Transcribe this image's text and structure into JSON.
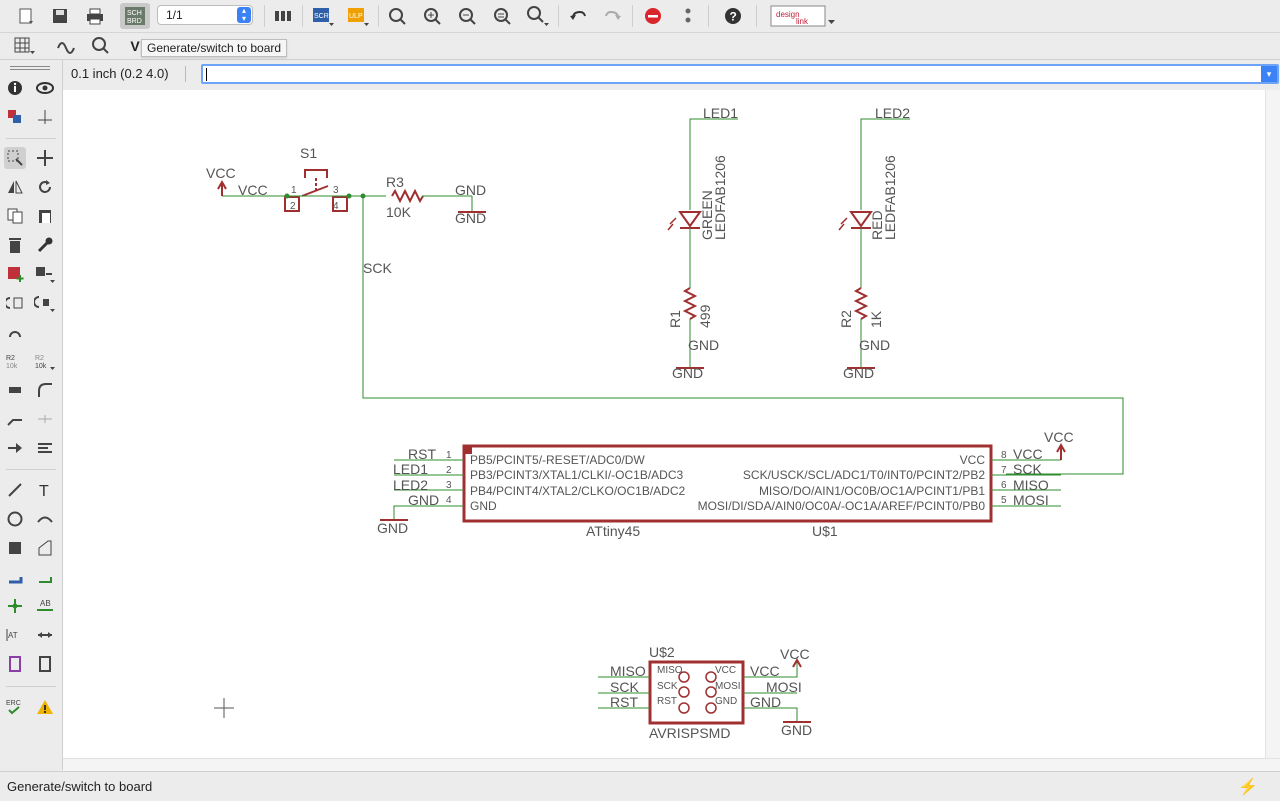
{
  "toolbar": {
    "sheet_value": "1/1",
    "buttons": [
      "open-icon",
      "save-icon",
      "print-icon",
      "sch-brd-icon",
      "sheet-icon",
      "scr-icon",
      "ulp-icon",
      "zoom-fit-icon",
      "zoom-in-icon",
      "zoom-out-icon",
      "zoom-prev-icon",
      "zoom-select-icon",
      "undo-icon",
      "redo-icon",
      "stop-icon",
      "more-icon",
      "help-icon",
      "design-link-icon"
    ],
    "scr_label": "SCR",
    "ulp_label": "ULP",
    "sch_label": "SCH",
    "brd_label": "BRD",
    "help_label": "?",
    "design_link_label_1": "design",
    "design_link_label_2": "link"
  },
  "tooltip": "Generate/switch to board",
  "command": {
    "grid_label": "0.1 inch (0.2 4.0)",
    "input_value": ""
  },
  "status": {
    "text": "Generate/switch to board"
  },
  "schematic": {
    "switch": {
      "name": "S1",
      "pins": [
        "1",
        "2",
        "3",
        "4"
      ]
    },
    "resistor_r3": {
      "name": "R3",
      "value": "10K"
    },
    "vcc_label": "VCC",
    "gnd_label": "GND",
    "sck_label": "SCK",
    "led1": {
      "net": "LED1",
      "color": "GREEN",
      "part": "LEDFAB1206"
    },
    "led2": {
      "net": "LED2",
      "color": "RED",
      "part": "LEDFAB1206"
    },
    "r1": {
      "name": "R1",
      "value": "499"
    },
    "r2": {
      "name": "R2",
      "value": "1K"
    },
    "ic": {
      "name": "U$1",
      "value": "ATtiny45",
      "left_pins": [
        {
          "num": "1",
          "net": "RST",
          "label": "PB5/PCINT5/-RESET/ADC0/DW"
        },
        {
          "num": "2",
          "net": "LED1",
          "label": "PB3/PCINT3/XTAL1/CLKI/-OC1B/ADC3"
        },
        {
          "num": "3",
          "net": "LED2",
          "label": "PB4/PCINT4/XTAL2/CLKO/OC1B/ADC2"
        },
        {
          "num": "4",
          "net": "GND",
          "label": "GND"
        }
      ],
      "right_pins": [
        {
          "num": "8",
          "net": "VCC",
          "label": "VCC"
        },
        {
          "num": "7",
          "net": "SCK",
          "label": "SCK/USCK/SCL/ADC1/T0/INT0/PCINT2/PB2"
        },
        {
          "num": "6",
          "net": "MISO",
          "label": "MISO/DO/AIN1/OC0B/OC1A/PCINT1/PB1"
        },
        {
          "num": "5",
          "net": "MOSI",
          "label": "MOSI/DI/SDA/AIN0/OC0A/-OC1A/AREF/PCINT0/PB0"
        }
      ]
    },
    "header": {
      "name": "U$2",
      "value": "AVRISPSMD",
      "left_nets": [
        "MISO",
        "SCK",
        "RST"
      ],
      "left_pins": [
        "MISO",
        "SCK",
        "RST"
      ],
      "right_pins": [
        "VCC",
        "MOSI",
        "GND"
      ],
      "right_nets": [
        "VCC",
        "MOSI",
        "GND"
      ]
    }
  }
}
